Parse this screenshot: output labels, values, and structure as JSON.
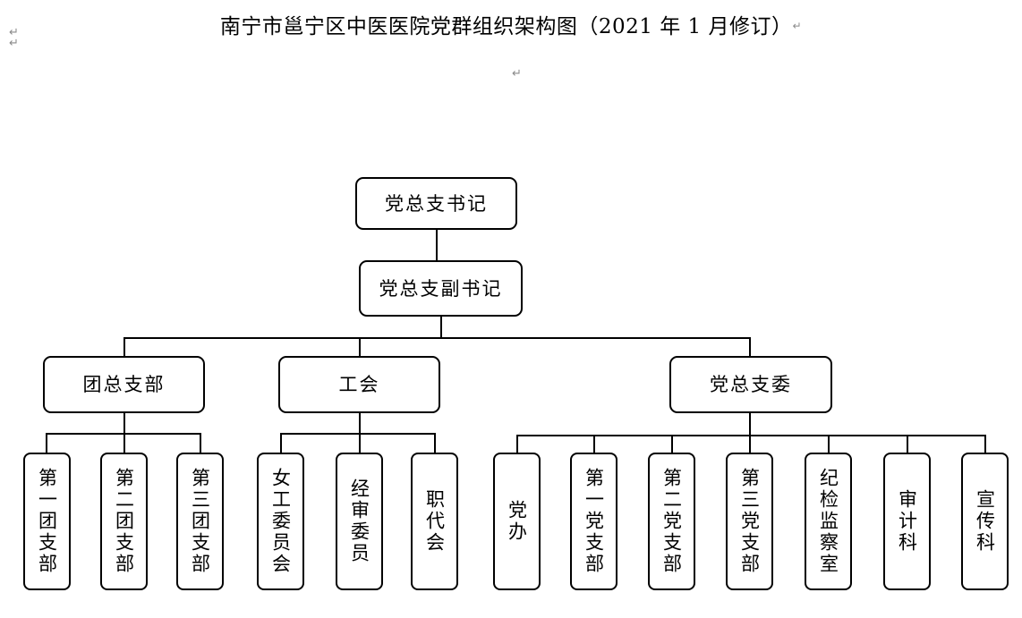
{
  "document": {
    "title": "南宁市邕宁区中医医院党群组织架构图（2021 年 1 月修订）",
    "paragraph_mark": "↵",
    "marks": {
      "top_left_1": "↵",
      "top_left_2": "↵",
      "center": "↵",
      "title_trailing": "↵"
    }
  },
  "chart_data": {
    "type": "diagram",
    "diagram_type": "organization-chart",
    "title": "南宁市邕宁区中医医院党群组织架构图（2021 年 1 月修订）",
    "orientation": "top-down",
    "levels": 4,
    "nodes": {
      "root": {
        "id": "n1",
        "label": "党总支书记",
        "level": 1,
        "text_direction": "horizontal"
      },
      "deputy": {
        "id": "n2",
        "label": "党总支副书记",
        "level": 2,
        "text_direction": "horizontal"
      },
      "branches": [
        {
          "id": "n3",
          "label": "团总支部",
          "level": 3,
          "text_direction": "horizontal"
        },
        {
          "id": "n4",
          "label": "工会",
          "level": 3,
          "text_direction": "horizontal"
        },
        {
          "id": "n5",
          "label": "党总支委",
          "level": 3,
          "text_direction": "horizontal"
        }
      ],
      "leaves_youth_league": [
        {
          "id": "n6",
          "label": "第一团支部",
          "level": 4,
          "text_direction": "vertical",
          "parent": "n3"
        },
        {
          "id": "n7",
          "label": "第二团支部",
          "level": 4,
          "text_direction": "vertical",
          "parent": "n3"
        },
        {
          "id": "n8",
          "label": "第三团支部",
          "level": 4,
          "text_direction": "vertical",
          "parent": "n3"
        }
      ],
      "leaves_union": [
        {
          "id": "n9",
          "label": "女工委员会",
          "level": 4,
          "text_direction": "vertical",
          "parent": "n4"
        },
        {
          "id": "n10",
          "label": "经审委员",
          "level": 4,
          "text_direction": "vertical",
          "parent": "n4"
        },
        {
          "id": "n11",
          "label": "职代会",
          "level": 4,
          "text_direction": "vertical",
          "parent": "n4"
        }
      ],
      "leaves_party": [
        {
          "id": "n12",
          "label": "党办",
          "level": 4,
          "text_direction": "vertical",
          "parent": "n5"
        },
        {
          "id": "n13",
          "label": "第一党支部",
          "level": 4,
          "text_direction": "vertical",
          "parent": "n5"
        },
        {
          "id": "n14",
          "label": "第二党支部",
          "level": 4,
          "text_direction": "vertical",
          "parent": "n5"
        },
        {
          "id": "n15",
          "label": "第三党支部",
          "level": 4,
          "text_direction": "vertical",
          "parent": "n5"
        },
        {
          "id": "n16",
          "label": "纪检监察室",
          "level": 4,
          "text_direction": "vertical",
          "parent": "n5"
        },
        {
          "id": "n17",
          "label": "审计科",
          "level": 4,
          "text_direction": "vertical",
          "parent": "n5"
        },
        {
          "id": "n18",
          "label": "宣传科",
          "level": 4,
          "text_direction": "vertical",
          "parent": "n5"
        }
      ]
    },
    "edges": [
      {
        "from": "n1",
        "to": "n2"
      },
      {
        "from": "n2",
        "to": "n3"
      },
      {
        "from": "n2",
        "to": "n4"
      },
      {
        "from": "n2",
        "to": "n5"
      },
      {
        "from": "n3",
        "to": "n6"
      },
      {
        "from": "n3",
        "to": "n7"
      },
      {
        "from": "n3",
        "to": "n8"
      },
      {
        "from": "n4",
        "to": "n9"
      },
      {
        "from": "n4",
        "to": "n10"
      },
      {
        "from": "n4",
        "to": "n11"
      },
      {
        "from": "n5",
        "to": "n12"
      },
      {
        "from": "n5",
        "to": "n13"
      },
      {
        "from": "n5",
        "to": "n14"
      },
      {
        "from": "n5",
        "to": "n15"
      },
      {
        "from": "n5",
        "to": "n16"
      },
      {
        "from": "n5",
        "to": "n17"
      },
      {
        "from": "n5",
        "to": "n18"
      }
    ],
    "colors": {
      "box_border": "#000000",
      "box_fill": "#ffffff",
      "connector": "#000000",
      "text": "#000000",
      "paragraph_mark": "#8a8a8a",
      "background": "#ffffff"
    }
  }
}
